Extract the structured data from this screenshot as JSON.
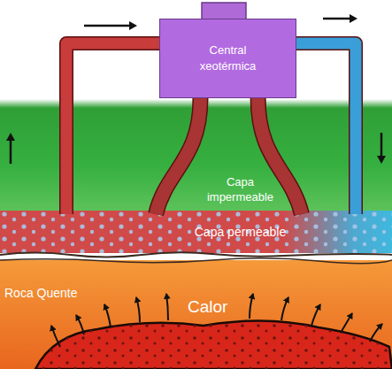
{
  "diagram": {
    "nodes": [
      {
        "text": [
          "Central xeotérmica"
        ]
      },
      {
        "text": [
          "Capa impermeable"
        ]
      },
      {
        "text": [
          "Capa permeable"
        ]
      },
      {
        "text": [
          "Roca Quente",
          "Calor"
        ]
      }
    ],
    "edges": [
      {
        "from": 2,
        "to": 0,
        "arrow": "to"
      },
      {
        "from": 0,
        "to": 2,
        "arrow": "to"
      },
      {
        "from": 0,
        "to": 2,
        "arrow": "none"
      }
    ]
  }
}
